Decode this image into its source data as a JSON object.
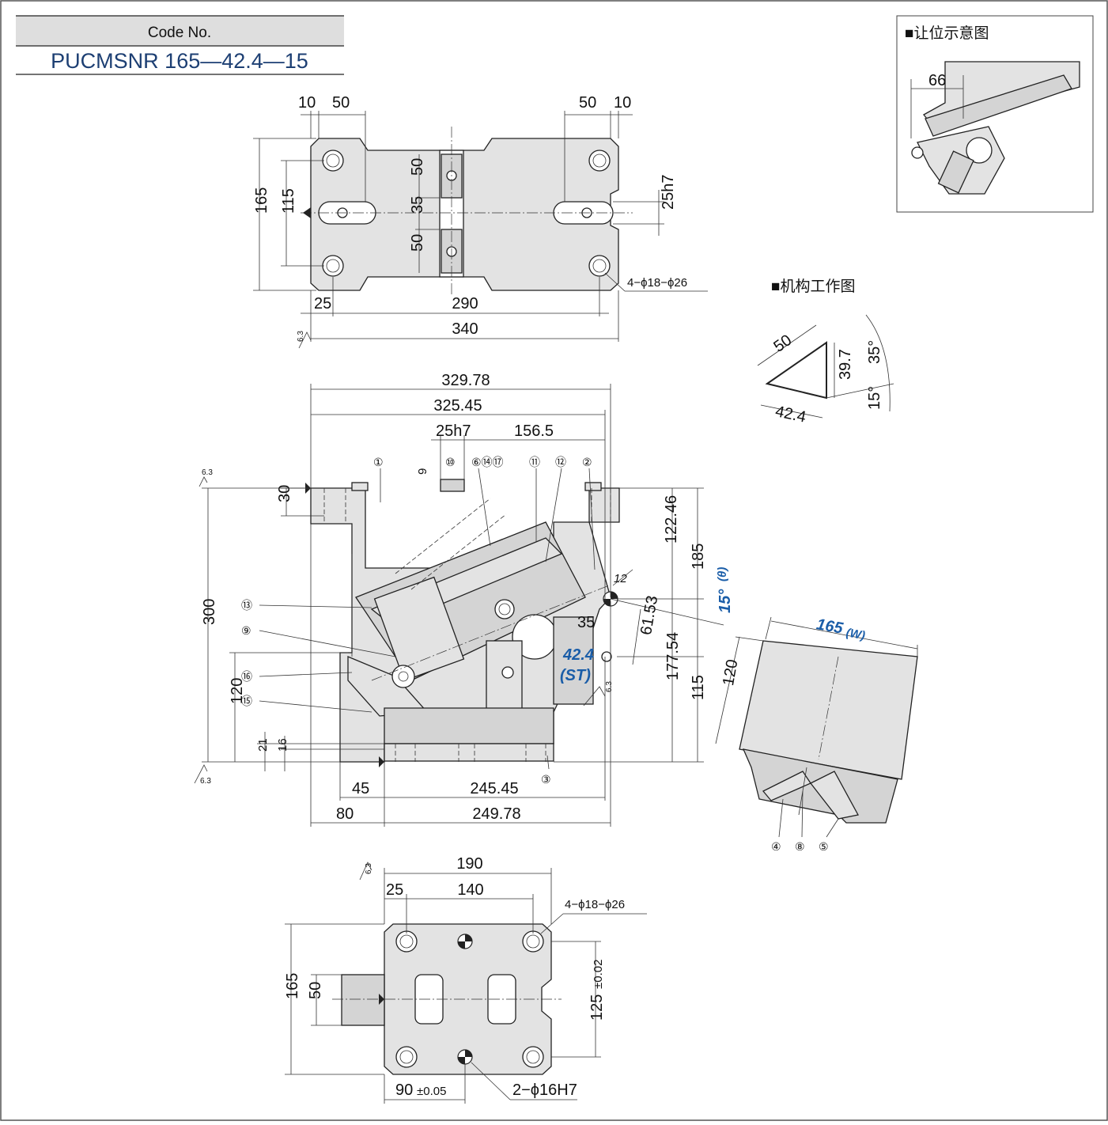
{
  "header": {
    "code_label": "Code No.",
    "code_value": "PUCMSNR 165—42.4—15"
  },
  "inset_clearance": {
    "title": "■让位示意图",
    "dim": "66"
  },
  "inset_mechanism": {
    "title": "■机构工作图",
    "dims": [
      "50",
      "39.7",
      "42.4",
      "35°",
      "15°"
    ]
  },
  "top_view": {
    "dims": {
      "d10_left": "10",
      "d50_left": "50",
      "d50_right": "50",
      "d10_right": "10",
      "d165": "165",
      "d115": "115",
      "d50_a": "50",
      "d35": "35",
      "d50_b": "50",
      "d25h7": "25h7",
      "holes": "4−ϕ18−ϕ26",
      "d25": "25",
      "d290": "290",
      "d340": "340",
      "rough": "6.3"
    }
  },
  "front_view": {
    "dims": {
      "d329_78": "329.78",
      "d325_45": "325.45",
      "d25h7": "25h7",
      "d156_5": "156.5",
      "d9": "9",
      "d30": "30",
      "d300": "300",
      "d120": "120",
      "d21": "21",
      "d16": "16",
      "d45": "45",
      "d245_45": "245.45",
      "d80": "80",
      "d249_78": "249.78",
      "d122_46": "122.46",
      "d185": "185",
      "d177_54": "177.54",
      "d115": "115",
      "d12": "12",
      "d35": "35",
      "d61_53": "61.53",
      "angle": "15°",
      "angle_sym": "(θ)",
      "stroke": "42.4",
      "stroke_sym": "(ST)",
      "rough_top": "6.3",
      "rough_bottom": "6.3",
      "rough_side": "6.3"
    },
    "callouts": [
      "①",
      "②",
      "③",
      "⑥⑭⑰",
      "⑩",
      "⑪",
      "⑫",
      "⑬",
      "⑨",
      "⑯",
      "⑮"
    ]
  },
  "side_view": {
    "dims": {
      "width": "165",
      "width_sym": "(W)",
      "height": "120"
    },
    "callouts": [
      "④",
      "⑧",
      "⑤"
    ]
  },
  "bottom_view": {
    "dims": {
      "d190": "190",
      "d25": "25",
      "d140": "140",
      "holes": "4−ϕ18−ϕ26",
      "d165": "165",
      "d50": "50",
      "d125": "125",
      "d125_tol": "±0.02",
      "d90": "90",
      "d90_tol": "±0.05",
      "pins": "2−ϕ16H7",
      "rough": "6.3"
    }
  }
}
